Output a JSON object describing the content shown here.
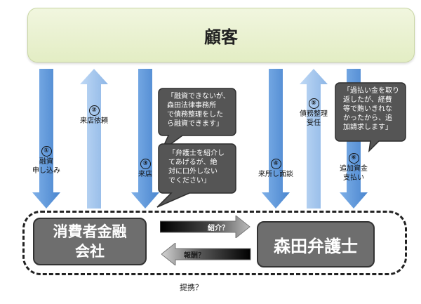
{
  "customer": {
    "label": "顧客"
  },
  "lender": {
    "line1": "消費者金融",
    "line2": "会社"
  },
  "lawyer": {
    "label": "森田弁護士"
  },
  "steps": [
    {
      "num": "①",
      "line1": "融資",
      "line2": "申し込み"
    },
    {
      "num": "②",
      "line1": "来店依頼"
    },
    {
      "num": "③",
      "line1": "来店"
    },
    {
      "num": "④",
      "line1": "来所し面談"
    },
    {
      "num": "⑤",
      "line1": "債務整理",
      "line2": "受任"
    },
    {
      "num": "⑥",
      "line1": "追加資金",
      "line2": "支払い"
    }
  ],
  "bubbles": {
    "b1": {
      "l1": "「融資できないが、",
      "l2": "森田法律事務所",
      "l3": "で債務整理をした",
      "l4": "ら融資できます」"
    },
    "b2": {
      "l1": "「弁護士を紹介し",
      "l2": "てあげるが、絶",
      "l3": "対に口外しない",
      "l4": "でください」"
    },
    "b3": {
      "l1": "「過払い金を取り",
      "l2": "返したが、経費",
      "l3": "等で賄いきれな",
      "l4": "かったから、追",
      "l5": "加請求します」"
    }
  },
  "flows": {
    "referral": "紹介？",
    "reward": "報酬？"
  },
  "partnership": {
    "label": "提携？"
  },
  "colors": {
    "arrow": "#5b93d6",
    "arrow_light": "#a9c8ee",
    "box": "#6e6e6e",
    "banner": "#e6efc9"
  }
}
